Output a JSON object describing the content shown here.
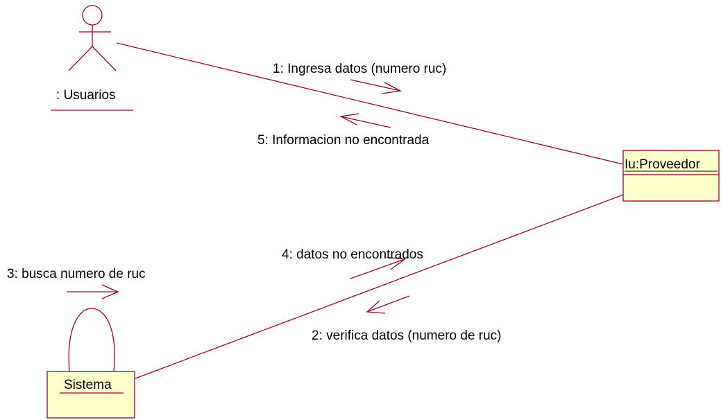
{
  "diagram": {
    "actor": {
      "name": ": Usuarios"
    },
    "objects": {
      "proveedor": {
        "name": "Iu:Proveedor"
      },
      "sistema": {
        "name": "Sistema"
      }
    },
    "messages": {
      "m1": "1: Ingresa datos (numero ruc)",
      "m5": "5: Informacion no encontrada",
      "m4": "4: datos no encontrados",
      "m3": "3: busca numero de ruc",
      "m2": "2: verifica datos (numero de ruc)"
    },
    "colors": {
      "line": "#990033",
      "box_fill": "#ffffcc",
      "text": "#000000"
    }
  }
}
